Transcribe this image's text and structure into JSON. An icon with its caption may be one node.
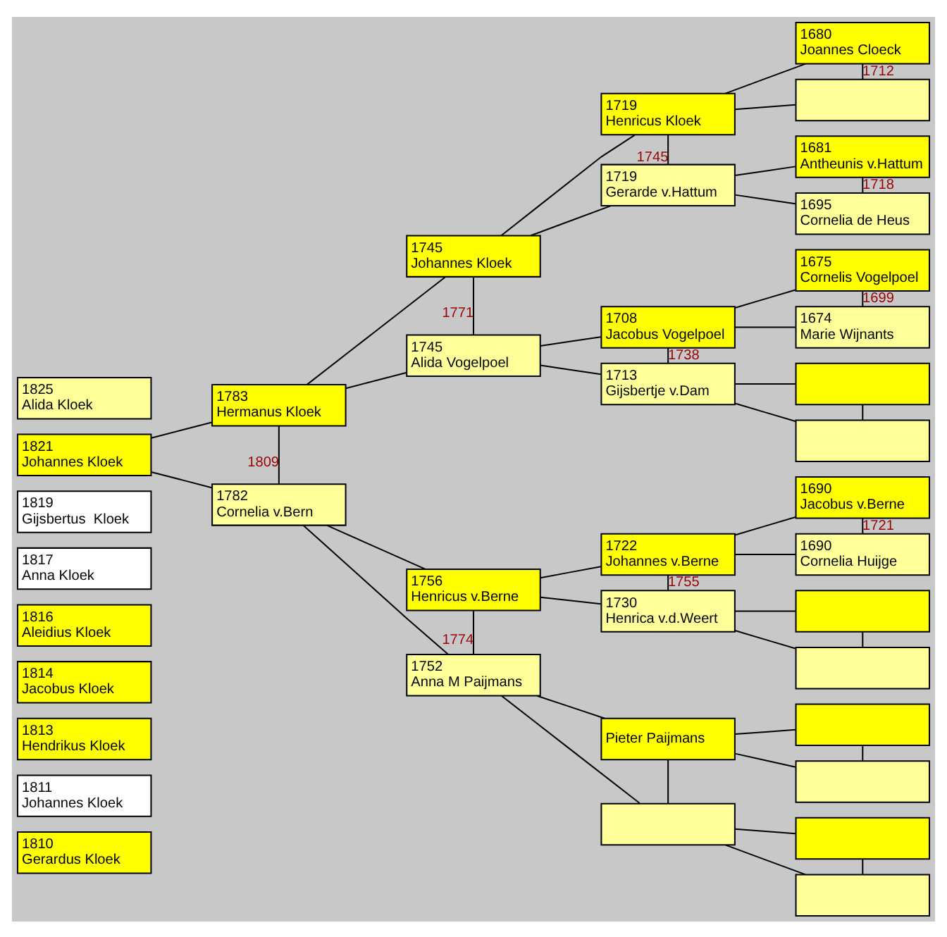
{
  "diagram": {
    "nodes": [
      {
        "text": [
          "1810",
          "Gerardus Kloek"
        ]
      },
      {
        "text": [
          "1811",
          "Johannes Kloek"
        ]
      },
      {
        "text": [
          "1813",
          "Hendrikus Kloek"
        ]
      },
      {
        "text": [
          "1814",
          "Jacobus Kloek"
        ]
      },
      {
        "text": [
          "1816",
          "Aleidius Kloek"
        ]
      },
      {
        "text": [
          "1817",
          "Anna Kloek"
        ]
      },
      {
        "text": [
          "1819",
          "Gijsbertus  Kloek"
        ]
      },
      {
        "text": [
          "1821",
          "Johannes Kloek"
        ]
      },
      {
        "text": [
          "1825",
          "Alida Kloek"
        ]
      },
      {
        "text": [
          "1783",
          "Hermanus Kloek"
        ]
      },
      {
        "text": [
          "1782",
          "Cornelia v.Bern"
        ]
      },
      {
        "text": [
          "1745",
          "Johannes Kloek"
        ]
      },
      {
        "text": [
          "1745",
          "Alida Vogelpoel"
        ]
      },
      {
        "text": [
          "1756",
          "Henricus v.Berne"
        ]
      },
      {
        "text": [
          "1752",
          "Anna M Paijmans"
        ]
      },
      {
        "text": [
          "1719",
          "Henricus Kloek"
        ]
      },
      {
        "text": [
          "1719",
          "Gerarde v.Hattum"
        ]
      },
      {
        "text": [
          "1708",
          "Jacobus Vogelpoel"
        ]
      },
      {
        "text": [
          "1713",
          "Gijsbertje v.Dam"
        ]
      },
      {
        "text": [
          "1722",
          "Johannes v.Berne"
        ]
      },
      {
        "text": [
          "1730",
          "Henrica v.d.Weert"
        ]
      },
      {
        "text": [
          "Pieter Paijmans"
        ]
      },
      {
        "text": [],
        "shape": "box"
      },
      {
        "text": [
          "1680",
          "Joannes Cloeck"
        ]
      },
      {
        "text": [],
        "shape": "box"
      },
      {
        "text": [
          "1681",
          "Antheunis v.Hattum"
        ]
      },
      {
        "text": [
          "1695",
          "Cornelia de Heus"
        ]
      },
      {
        "text": [
          "1675",
          "Cornelis Vogelpoel"
        ]
      },
      {
        "text": [
          "1674",
          "Marie Wijnants"
        ]
      },
      {
        "text": [],
        "shape": "box"
      },
      {
        "text": [],
        "shape": "box"
      },
      {
        "text": [
          "1690",
          "Jacobus v.Berne"
        ]
      },
      {
        "text": [
          "1690",
          "Cornelia Huijge"
        ]
      },
      {
        "text": [],
        "shape": "box"
      },
      {
        "text": [],
        "shape": "box"
      },
      {
        "text": [],
        "shape": "box"
      },
      {
        "text": [],
        "shape": "box"
      },
      {
        "text": [],
        "shape": "box"
      },
      {
        "text": [],
        "shape": "box"
      }
    ],
    "edges": [
      {
        "from": 9,
        "to": 10,
        "arrow": "none",
        "label": "1809"
      },
      {
        "from": 7,
        "to": 9,
        "arrow": "none"
      },
      {
        "from": 7,
        "to": 10,
        "arrow": "none"
      },
      {
        "from": 11,
        "to": 12,
        "arrow": "none",
        "label": "1771"
      },
      {
        "from": 9,
        "to": 11,
        "arrow": "none"
      },
      {
        "from": 9,
        "to": 12,
        "arrow": "none"
      },
      {
        "from": 13,
        "to": 14,
        "arrow": "none",
        "label": "1774"
      },
      {
        "from": 10,
        "to": 13,
        "arrow": "none"
      },
      {
        "from": 10,
        "to": 14,
        "arrow": "none"
      },
      {
        "from": 15,
        "to": 16,
        "arrow": "none",
        "label": "1745"
      },
      {
        "from": 11,
        "to": 15,
        "arrow": "none"
      },
      {
        "from": 11,
        "to": 16,
        "arrow": "none"
      },
      {
        "from": 17,
        "to": 18,
        "arrow": "none",
        "label": "1738"
      },
      {
        "from": 12,
        "to": 17,
        "arrow": "none"
      },
      {
        "from": 12,
        "to": 18,
        "arrow": "none"
      },
      {
        "from": 19,
        "to": 20,
        "arrow": "none",
        "label": "1755"
      },
      {
        "from": 13,
        "to": 19,
        "arrow": "none"
      },
      {
        "from": 13,
        "to": 20,
        "arrow": "none"
      },
      {
        "from": 21,
        "to": 22,
        "arrow": "none"
      },
      {
        "from": 14,
        "to": 21,
        "arrow": "none"
      },
      {
        "from": 14,
        "to": 22,
        "arrow": "none"
      },
      {
        "from": 23,
        "to": 24,
        "arrow": "none",
        "label": "1712"
      },
      {
        "from": 15,
        "to": 23,
        "arrow": "none"
      },
      {
        "from": 15,
        "to": 24,
        "arrow": "none"
      },
      {
        "from": 25,
        "to": 26,
        "arrow": "none",
        "label": "1718"
      },
      {
        "from": 16,
        "to": 25,
        "arrow": "none"
      },
      {
        "from": 16,
        "to": 26,
        "arrow": "none"
      },
      {
        "from": 27,
        "to": 28,
        "arrow": "none",
        "label": "1699"
      },
      {
        "from": 17,
        "to": 27,
        "arrow": "none"
      },
      {
        "from": 17,
        "to": 28,
        "arrow": "none"
      },
      {
        "from": 29,
        "to": 30,
        "arrow": "none"
      },
      {
        "from": 18,
        "to": 29,
        "arrow": "none"
      },
      {
        "from": 18,
        "to": 30,
        "arrow": "none"
      },
      {
        "from": 31,
        "to": 32,
        "arrow": "none",
        "label": "1721"
      },
      {
        "from": 19,
        "to": 31,
        "arrow": "none"
      },
      {
        "from": 19,
        "to": 32,
        "arrow": "none"
      },
      {
        "from": 33,
        "to": 34,
        "arrow": "none"
      },
      {
        "from": 20,
        "to": 33,
        "arrow": "none"
      },
      {
        "from": 20,
        "to": 34,
        "arrow": "none"
      },
      {
        "from": 35,
        "to": 36,
        "arrow": "none"
      },
      {
        "from": 21,
        "to": 35,
        "arrow": "none"
      },
      {
        "from": 21,
        "to": 36,
        "arrow": "none"
      },
      {
        "from": 37,
        "to": 38,
        "arrow": "none"
      },
      {
        "from": 22,
        "to": 37,
        "arrow": "none"
      },
      {
        "from": 22,
        "to": 38,
        "arrow": "none"
      }
    ]
  }
}
